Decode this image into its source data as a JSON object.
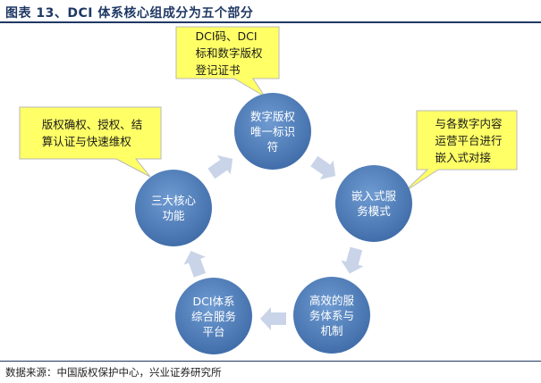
{
  "figure": {
    "title": "图表 13、DCI 体系核心组成分为五个部分",
    "source": "数据来源：中国版权保护中心，兴业证券研究所"
  },
  "colors": {
    "circle_fill": "#4f7fbf",
    "circle_edge": "#3f6ca8",
    "arrow_fill": "#c9d4e8",
    "callout_fill": "#ffff66",
    "callout_border": "#b8b8b8"
  },
  "nodes": [
    {
      "id": "unique-id",
      "label": "数字版权\n唯一标识\n符"
    },
    {
      "id": "embedded-service",
      "label": "嵌入式服\n务模式"
    },
    {
      "id": "efficient-service",
      "label": "高效的服\n务体系与\n机制"
    },
    {
      "id": "dci-platform",
      "label": "DCI体系\n综合服务\n平台"
    },
    {
      "id": "three-core",
      "label": "三大核心\n功能"
    }
  ],
  "callouts": [
    {
      "id": "dci-code",
      "text": "DCI码、DCI\n标和数字版权\n登记证书"
    },
    {
      "id": "platform-embed",
      "text": "与各数字内容\n运营平台进行\n嵌入式对接"
    },
    {
      "id": "core-functions",
      "text": "版权确权、授权、结\n算认证与快速维权"
    }
  ]
}
